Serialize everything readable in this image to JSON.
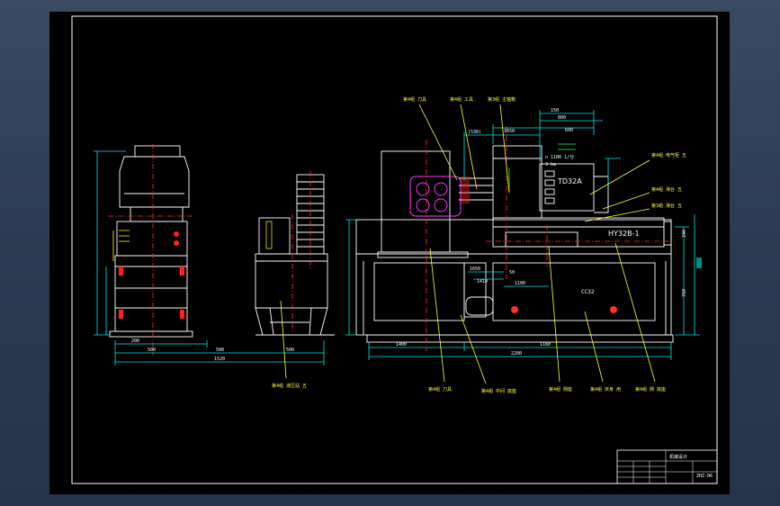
{
  "drawing": {
    "callouts_top": [
      {
        "id": "c1",
        "text": "第4组 刀具"
      },
      {
        "id": "c2",
        "text": "第4组 工具"
      },
      {
        "id": "c3",
        "text": "第3组 主轴箱"
      }
    ],
    "callouts_right": [
      {
        "id": "r1",
        "text": "第4组 电气柜 五"
      },
      {
        "id": "r2",
        "text": "第4组 滑台 五"
      },
      {
        "id": "r3",
        "text": "第3组 滑台 五"
      }
    ],
    "callouts_bottom": [
      {
        "id": "b1",
        "text": "第4组 刀具"
      },
      {
        "id": "b2",
        "text": "第4组 中间 底座"
      },
      {
        "id": "b3",
        "text": "第4组 侧座"
      },
      {
        "id": "b4",
        "text": "第4组 床身 用"
      },
      {
        "id": "b5",
        "text": "第4组 侧 底座"
      }
    ],
    "callout_left_bottom": "第4组 液压站 五",
    "part_labels": {
      "td": "TD32A",
      "hy": "HY32B-1",
      "cc": "CC32"
    },
    "dims": {
      "d_1520": "1520",
      "d_2200": "2200",
      "d_1160": "1160",
      "d_1400": "1400",
      "d_500": "500",
      "d_200": "200",
      "d_800": "800",
      "d_600": "600",
      "d_530": "(530)",
      "d_1650": "1650",
      "d_760": "760",
      "d_1410": "1410",
      "d_1100": "1100",
      "d_50": "50",
      "d_240": "240",
      "d_150": "150"
    },
    "spec_lines": [
      "n 1100 1/分",
      "3 kw"
    ],
    "title_block": {
      "company": "机械设计",
      "drawing_no": "ZHZ-06"
    }
  }
}
